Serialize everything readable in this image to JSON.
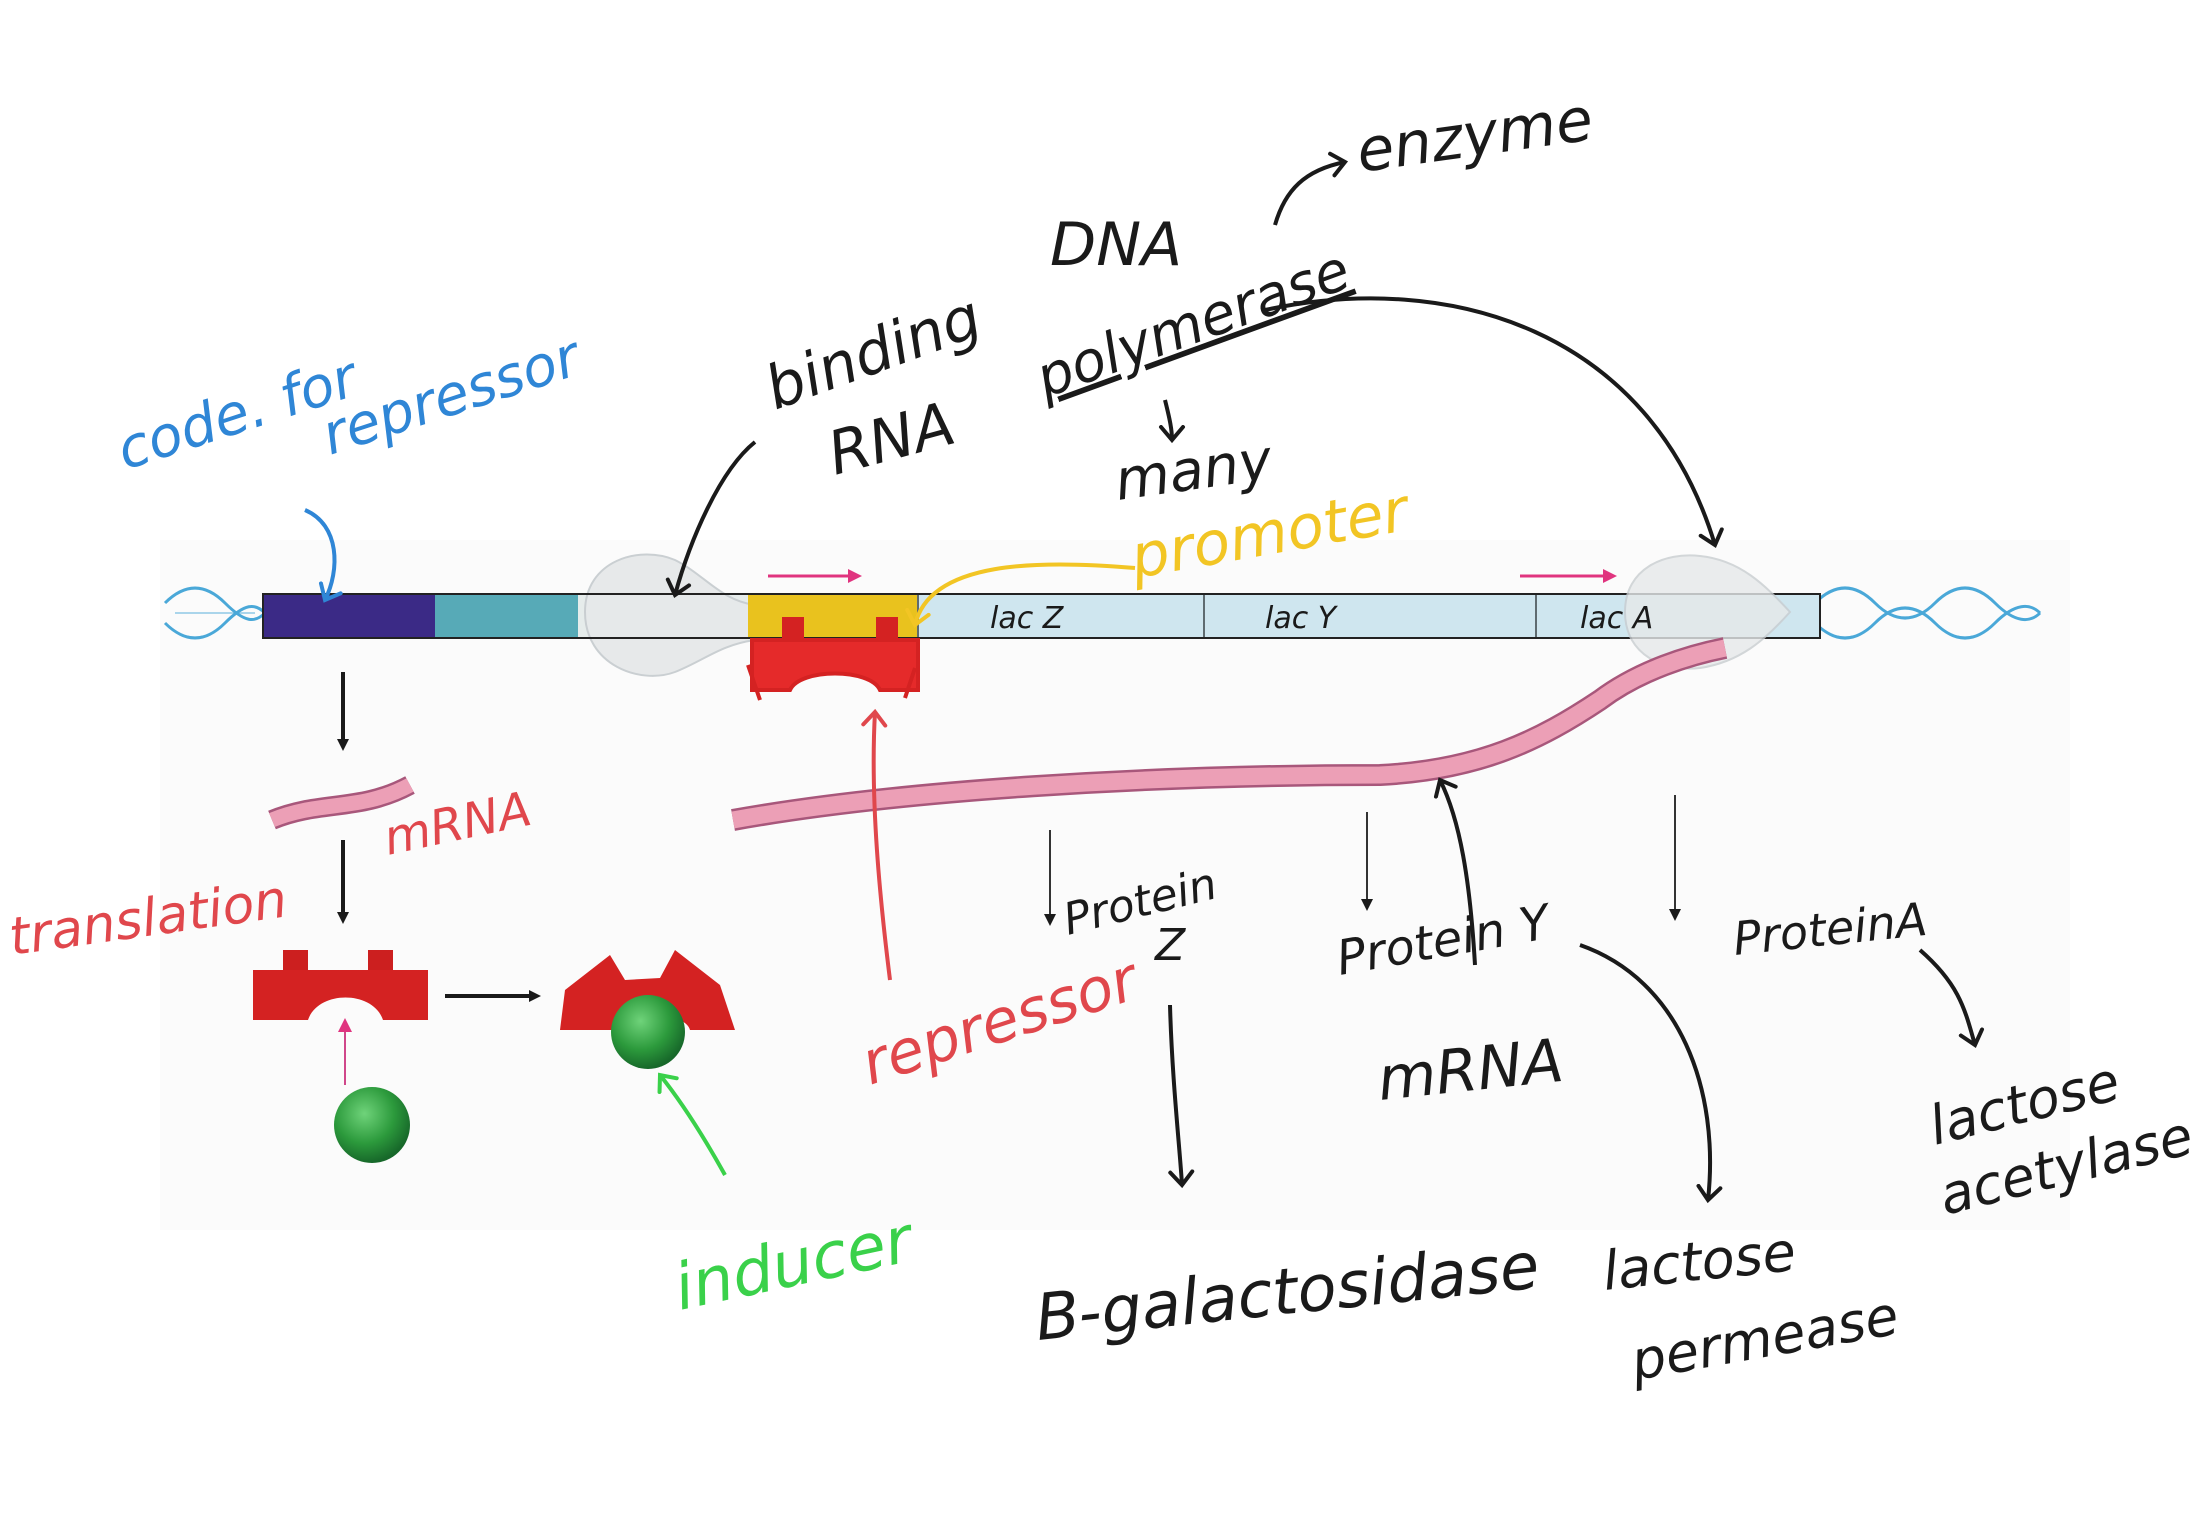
{
  "genes": {
    "lac_z": "lac Z",
    "lac_y": "lac Y",
    "lac_a": "lac A"
  },
  "annotations": {
    "code_for_repressor_line1": "code. for",
    "code_for_repressor_line2": "repressor",
    "binding": "binding",
    "rna": "RNA",
    "dna": "DNA",
    "polymerase": "polymerase",
    "enzyme": "enzyme",
    "many": "many",
    "promoter": "promoter",
    "mrna_small": "mRNA",
    "translation": "translation",
    "repressor": "repressor",
    "inducer": "inducer",
    "protein_z_line1": "Protein",
    "protein_z_line2": "Z",
    "protein_y": "Protein Y",
    "protein_a": "ProteinA",
    "mrna_large": "mRNA",
    "beta_galactosidase": "B-galactosidase",
    "lactose_permease_line1": "lactose",
    "lactose_permease_line2": "permease",
    "lactose_acetylase_line1": "lactose",
    "lactose_acetylase_line2": "acetylase"
  },
  "colors": {
    "regulator_gene": "#3b2a86",
    "operator_region": "#57aab7",
    "promoter_region": "#e9c21e",
    "operon_genes": "#cfe6ef",
    "repressor": "#d42222",
    "inducer": "#2c9a3c",
    "mrna": "#e99ab0",
    "dna_helix": "#4aa8d8",
    "polymerase": "#e6e9ea"
  }
}
